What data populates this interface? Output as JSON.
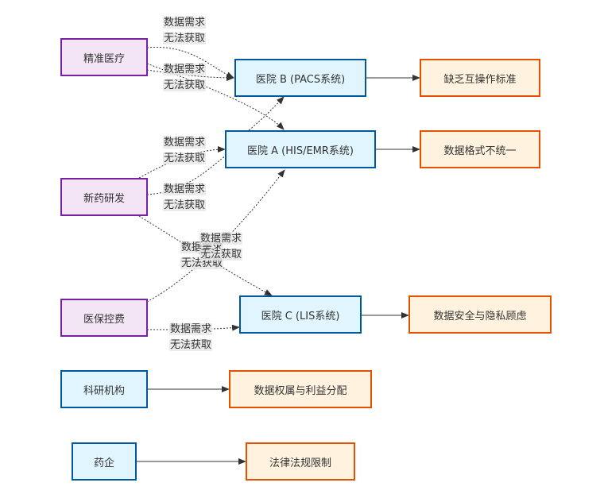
{
  "nodes": {
    "precision_medicine": "精准医疗",
    "drug_rd": "新药研发",
    "insurance_control": "医保控费",
    "research_institute": "科研机构",
    "pharma": "药企",
    "hospital_b": "医院 B (PACS系统)",
    "hospital_a": "医院 A (HIS/EMR系统)",
    "hospital_c": "医院 C (LIS系统)",
    "issue_interop": "缺乏互操作标准",
    "issue_format": "数据格式不统一",
    "issue_security": "数据安全与隐私顾虑",
    "issue_ownership": "数据权属与利益分配",
    "issue_legal": "法律法规限制"
  },
  "edge_label": {
    "line1": "数据需求",
    "line2": "无法获取"
  },
  "colors": {
    "demand_fill": "#f3e5f5",
    "demand_border": "#7b1fa2",
    "system_fill": "#e1f5fe",
    "system_border": "#01579b",
    "issue_fill": "#fff3e0",
    "issue_border": "#e65100",
    "edge": "#333333"
  }
}
